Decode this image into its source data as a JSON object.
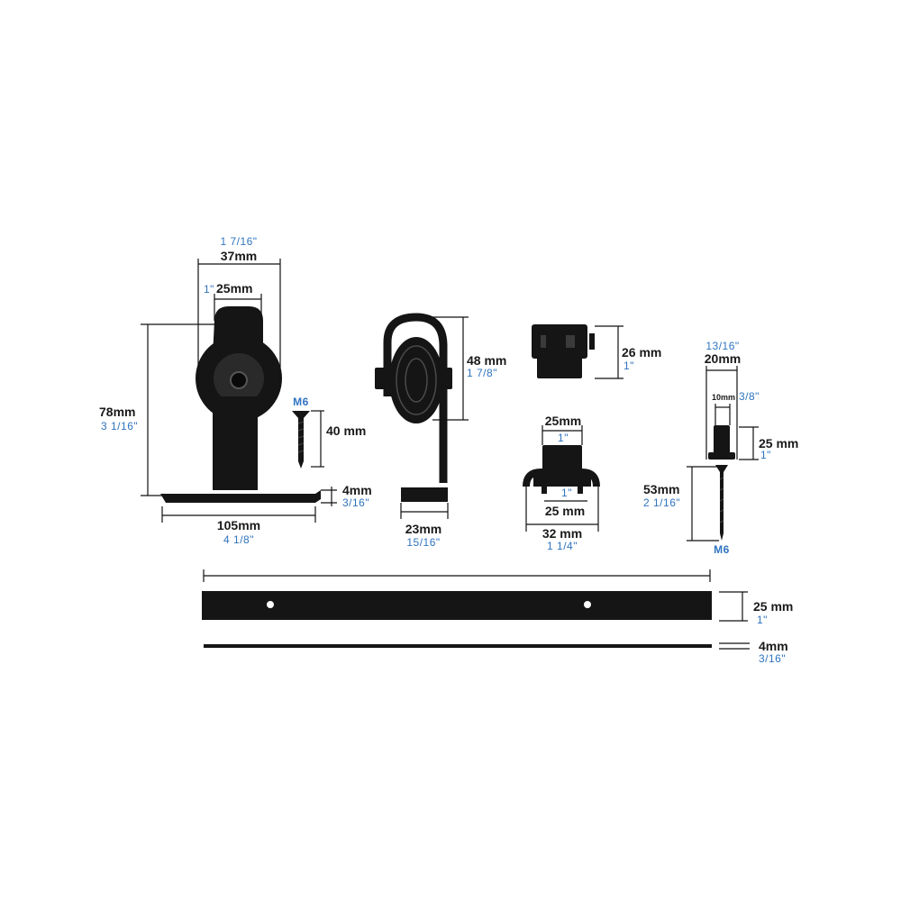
{
  "hanger": {
    "width_outer_mm": "37mm",
    "width_outer_in": "1 7/16\"",
    "width_inner_mm": "25mm",
    "width_inner_in": "1\"",
    "height_mm": "78mm",
    "height_in": "3 1/16\"",
    "base_length_mm": "105mm",
    "base_length_in": "4 1/8\"",
    "plate_thickness_mm": "4mm",
    "plate_thickness_in": "3/16\""
  },
  "screw_m6_40": {
    "size_label": "M6",
    "length_mm": "40 mm"
  },
  "anti_jump": {
    "height_mm": "48 mm",
    "height_in": "1 7/8\"",
    "width_mm": "23mm",
    "width_in": "15/16\""
  },
  "stopper": {
    "height_mm": "26 mm",
    "height_in": "1\""
  },
  "floor_guide": {
    "top_width_mm": "25mm",
    "top_width_in": "1\"",
    "inner_width_in": "1\"",
    "inner_width_mm": "25 mm",
    "total_width_mm": "32 mm",
    "total_width_in": "1 1/4\""
  },
  "spacer_screw": {
    "outer_width_in": "13/16\"",
    "outer_width_mm": "20mm",
    "inner_width_mm": "10mm",
    "inner_width_in": "3/8\"",
    "spacer_height_mm": "25 mm",
    "spacer_height_in": "1\"",
    "screw_length_mm": "53mm",
    "screw_length_in": "2 1/16\"",
    "screw_size_label": "M6"
  },
  "rail": {
    "height_mm": "25 mm",
    "height_in": "1\"",
    "thickness_mm": "4mm",
    "thickness_in": "3/16\""
  },
  "colors": {
    "metric": "#1a1a1a",
    "imperial": "#2f74c0",
    "hardware": "#151515"
  }
}
